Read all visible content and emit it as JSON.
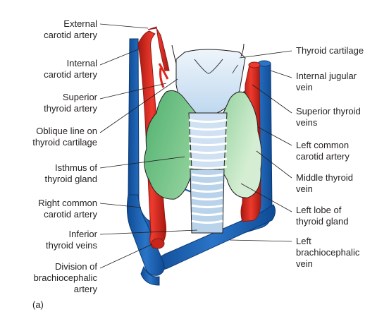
{
  "figure_tag": "(a)",
  "left_labels": [
    [
      "External",
      "carotid artery"
    ],
    [
      "Internal",
      "carotid artery"
    ],
    [
      "Superior",
      "thyroid artery"
    ],
    [
      "Oblique line on",
      "thyroid cartilage"
    ],
    [
      "Isthmus of",
      "thyroid gland"
    ],
    [
      "Right common",
      "carotid artery"
    ],
    [
      "Inferior",
      "thyroid veins"
    ],
    [
      "Division of",
      "brachiocephalic",
      "artery"
    ]
  ],
  "right_labels": [
    [
      "Thyroid cartilage"
    ],
    [
      "Internal jugular",
      "vein"
    ],
    [
      "Superior thyroid",
      "veins"
    ],
    [
      "Left common",
      "carotid artery"
    ],
    [
      "Middle thyroid",
      "vein"
    ],
    [
      "Left lobe of",
      "thyroid gland"
    ],
    [
      "Left",
      "brachiocephalic",
      "vein"
    ]
  ],
  "colors": {
    "artery": "#e1251b",
    "artery_dark": "#8b1a14",
    "vein": "#1d5fae",
    "vein_dark": "#0d3a73",
    "thyroid_gland": "#6cc08a",
    "thyroid_gland_light": "#c8e8c9",
    "cartilage": "#d6e6f4",
    "trachea": "#b9d3ea",
    "outline": "#231f20"
  }
}
